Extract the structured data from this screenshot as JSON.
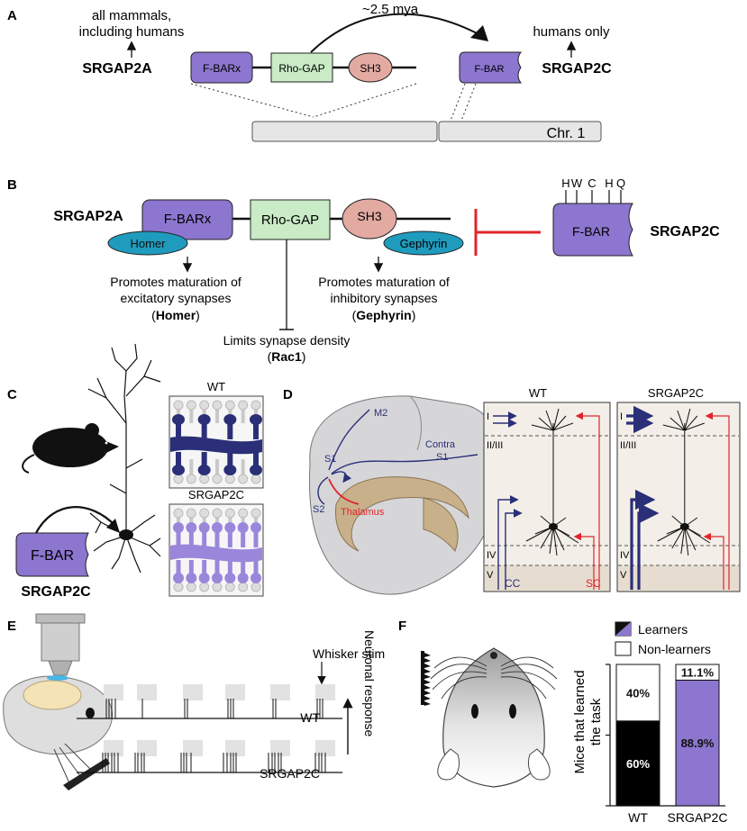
{
  "panels": {
    "a": {
      "letter": "A",
      "mammals_note_1": "all mammals,",
      "mammals_note_2": "including humans",
      "time_label": "~2.5 mya",
      "humans_note": "humans only",
      "gene_a": "SRGAP2A",
      "gene_c": "SRGAP2C",
      "domain_fbarx": "F-BARx",
      "domain_rhogap": "Rho-GAP",
      "domain_sh3": "SH3",
      "domain_fbar": "F-BAR",
      "chromosome": "Chr. 1"
    },
    "b": {
      "letter": "B",
      "gene_a": "SRGAP2A",
      "gene_c": "SRGAP2C",
      "domain_fbarx": "F-BARx",
      "domain_rhogap": "Rho-GAP",
      "domain_sh3": "SH3",
      "domain_fbar": "F-BAR",
      "homer": "Homer",
      "gephyrin": "Gephyrin",
      "mutations": [
        "H",
        "W",
        "C",
        "H",
        "Q"
      ],
      "excit_1": "Promotes maturation of",
      "excit_2": "excitatory synapses",
      "excit_open": "(",
      "excit_bold": "Homer",
      "excit_close": ")",
      "inhib_1": "Promotes maturation of",
      "inhib_2": "inhibitory synapses",
      "inhib_open": "(",
      "inhib_bold": "Gephyrin",
      "inhib_close": ")",
      "density_1": "Limits synapse density",
      "density_open": "(",
      "density_bold": "Rac1",
      "density_close": ")"
    },
    "c": {
      "letter": "C",
      "wt": "WT",
      "srgap2c_box": "SRGAP2C",
      "domain_fbar": "F-BAR",
      "gene_c": "SRGAP2C"
    },
    "d": {
      "letter": "D",
      "m2": "M2",
      "s1_left": "S1",
      "s1_contra": "S1",
      "contra": "Contra",
      "s2": "S2",
      "thalamus": "Thalamus",
      "wt": "WT",
      "srgap2c": "SRGAP2C",
      "layer_1": "I",
      "layer_23": "II/III",
      "layer_4": "IV",
      "layer_5": "V",
      "cc": "CC",
      "sc": "SC"
    },
    "e": {
      "letter": "E",
      "stim": "Whisker stim",
      "wt": "WT",
      "srgap2c": "SRGAP2C",
      "response": "Neuronal response"
    },
    "f": {
      "letter": "F",
      "legend_learners": "Learners",
      "legend_non": "Non-learners"
    }
  },
  "colors": {
    "purple": "#8c76cf",
    "green": "#c9ebc6",
    "pink": "#e3aaa2",
    "teal": "#1f9bbd",
    "navy": "#2a2f78",
    "red": "#e0242b",
    "tan": "#c8b08a"
  },
  "chart_data": {
    "type": "bar",
    "stacked": true,
    "categories": [
      "WT",
      "SRGAP2C"
    ],
    "series": [
      {
        "name": "Learners",
        "values": [
          60,
          88.9
        ],
        "labels": [
          "60%",
          "88.9%"
        ]
      },
      {
        "name": "Non-learners",
        "values": [
          40,
          11.1
        ],
        "labels": [
          "40%",
          "11.1%"
        ]
      }
    ],
    "ylabel_1": "Mice that learned",
    "ylabel_2": "the task",
    "ylim": [
      0,
      100
    ],
    "grid": false,
    "legend": "top"
  }
}
